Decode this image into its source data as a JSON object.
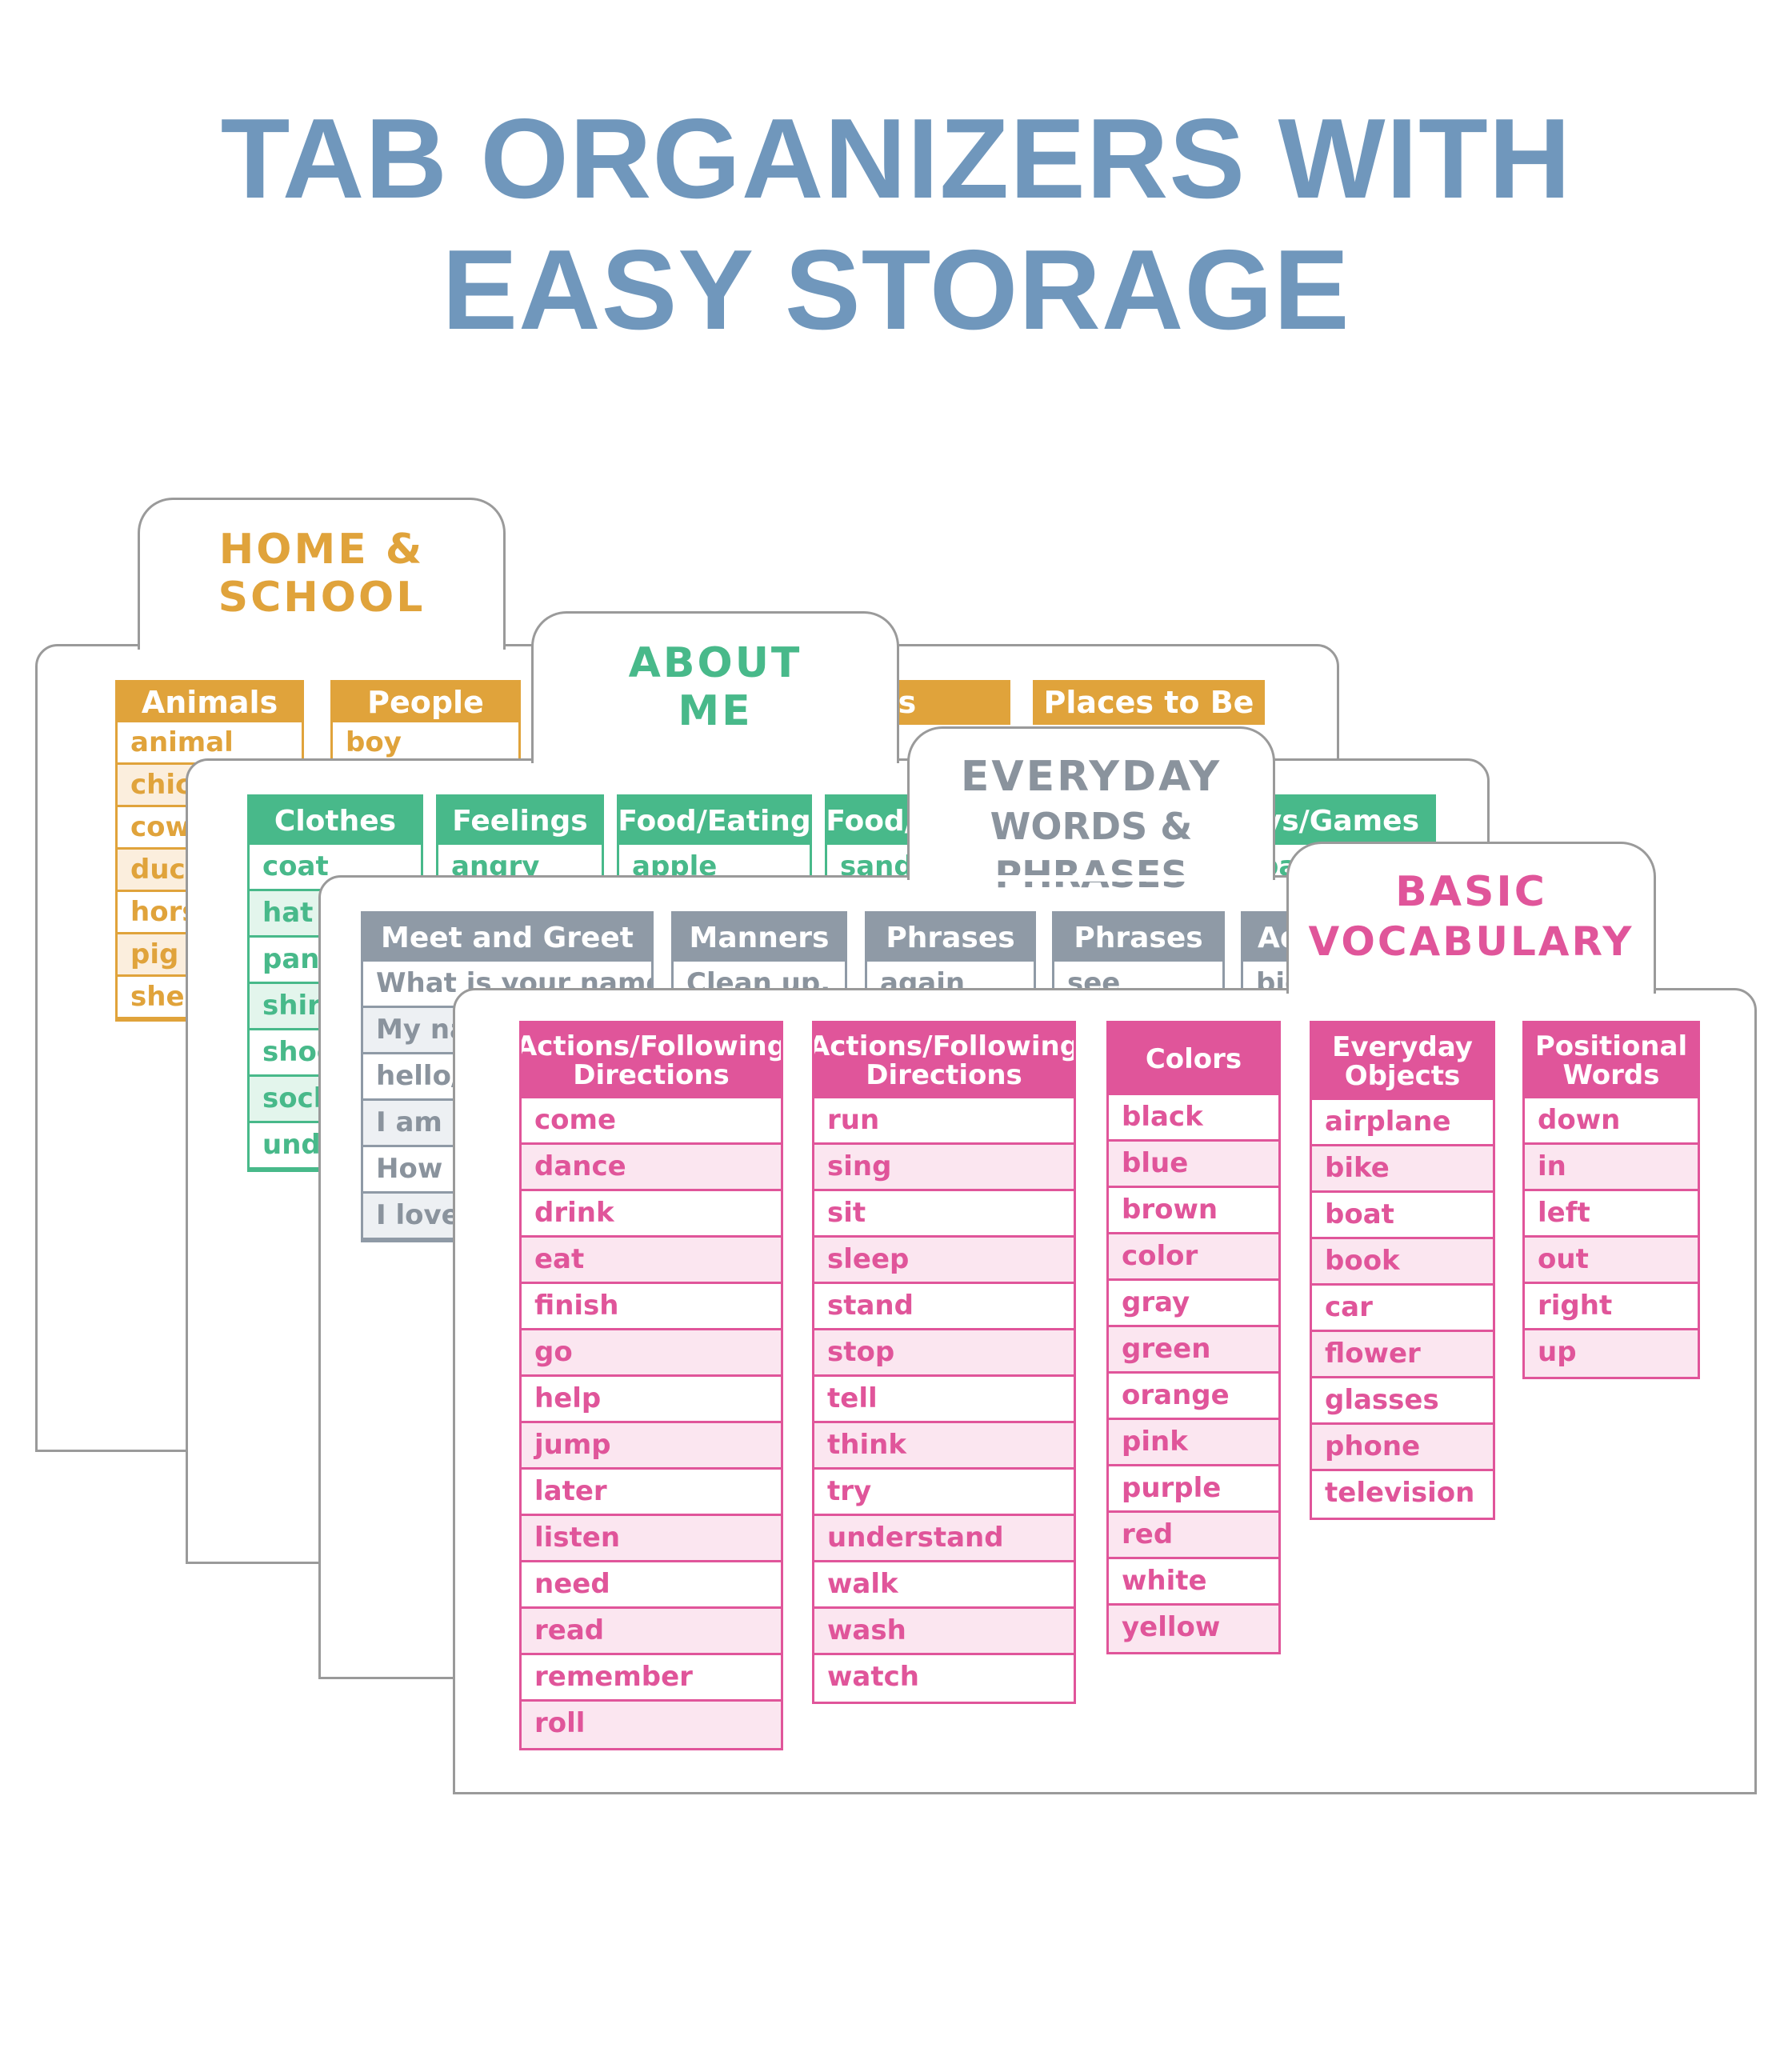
{
  "headline": {
    "line1": "TAB ORGANIZERS WITH",
    "line2": "EASY STORAGE"
  },
  "colors": {
    "headline": "#7097bc",
    "home_school": "#e0a33b",
    "about_me": "#48b98a",
    "everyday": "#8f9aa6",
    "basic": "#e0559a"
  },
  "home_school": {
    "tab_line1": "HOME &",
    "tab_line2": "SCHOOL",
    "columns": [
      {
        "header": "Animals",
        "items": [
          "animal",
          "chicken",
          "cow",
          "duck",
          "horse",
          "pig",
          "sheep"
        ]
      },
      {
        "header": "People",
        "items": [
          "boy"
        ]
      },
      {
        "header": "Pets",
        "items": []
      },
      {
        "header": "Places to Be",
        "items": []
      }
    ]
  },
  "about_me": {
    "tab_line1": "ABOUT",
    "tab_line2": "ME",
    "columns": [
      {
        "header": "Clothes",
        "items": [
          "coat",
          "hat",
          "pants",
          "shirt",
          "shoes",
          "socks",
          "underwear"
        ]
      },
      {
        "header": "Feelings",
        "items": [
          "angry"
        ]
      },
      {
        "header": "Food/Eating",
        "items": [
          "apple"
        ]
      },
      {
        "header": "Food/Eating",
        "items": [
          "sandwich"
        ]
      },
      {
        "header": "Toys/Games",
        "items": [
          "ball"
        ]
      }
    ]
  },
  "everyday": {
    "tab_line1": "EVERYDAY",
    "tab_line2": "WORDS & PHRASES",
    "columns": [
      {
        "header": "Meet and Greet",
        "items": [
          "What is your name?",
          "My name is",
          "hello/goodbye",
          "I am done",
          "How are you?",
          "I love you"
        ]
      },
      {
        "header": "Manners",
        "items": [
          "Clean up."
        ]
      },
      {
        "header": "Phrases",
        "items": [
          "again"
        ]
      },
      {
        "header": "Phrases",
        "items": [
          "see"
        ]
      },
      {
        "header": "Adjectives",
        "items": [
          "big"
        ]
      }
    ]
  },
  "basic": {
    "tab_line1": "BASIC",
    "tab_line2": "VOCABULARY",
    "columns": [
      {
        "header": "Actions/Following Directions",
        "items": [
          "come",
          "dance",
          "drink",
          "eat",
          "finish",
          "go",
          "help",
          "jump",
          "later",
          "listen",
          "need",
          "read",
          "remember",
          "roll"
        ]
      },
      {
        "header": "Actions/Following Directions",
        "items": [
          "run",
          "sing",
          "sit",
          "sleep",
          "stand",
          "stop",
          "tell",
          "think",
          "try",
          "understand",
          "walk",
          "wash",
          "watch"
        ]
      },
      {
        "header": "Colors",
        "items": [
          "black",
          "blue",
          "brown",
          "color",
          "gray",
          "green",
          "orange",
          "pink",
          "purple",
          "red",
          "white",
          "yellow"
        ]
      },
      {
        "header": "Everyday Objects",
        "items": [
          "airplane",
          "bike",
          "boat",
          "book",
          "car",
          "flower",
          "glasses",
          "phone",
          "television"
        ]
      },
      {
        "header": "Positional Words",
        "items": [
          "down",
          "in",
          "left",
          "out",
          "right",
          "up"
        ]
      }
    ]
  }
}
